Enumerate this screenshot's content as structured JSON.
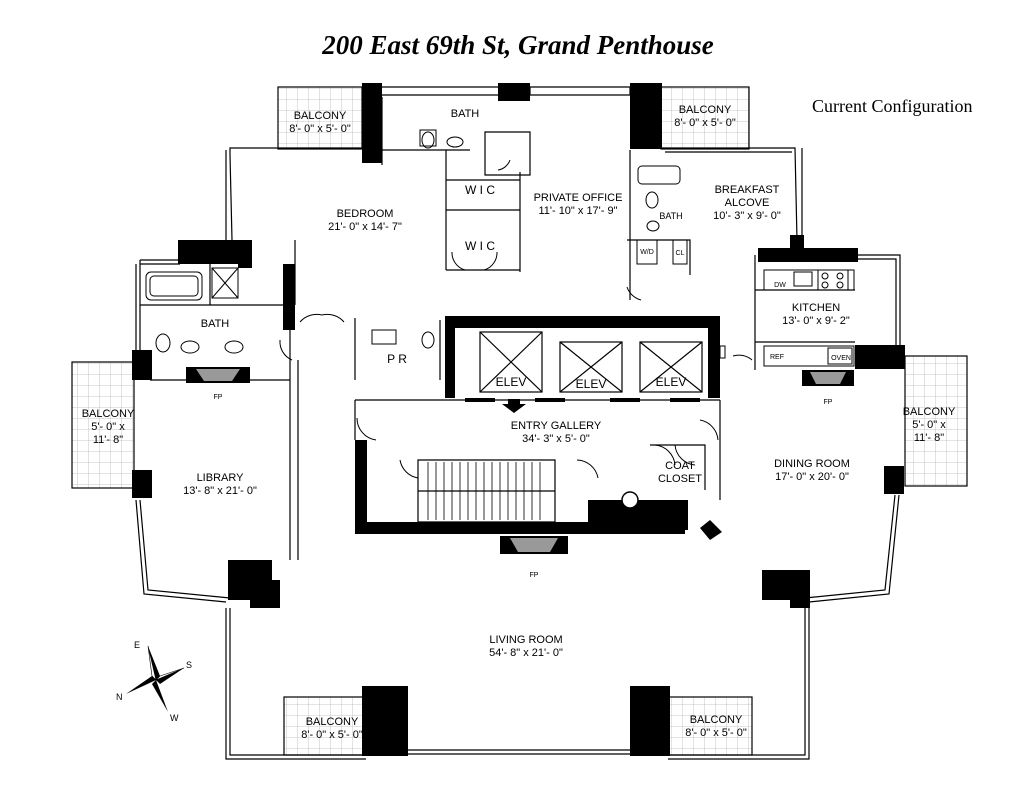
{
  "title": "200 East 69th St, Grand Penthouse",
  "subtitle": "Current Configuration",
  "rooms": {
    "balcony_nw": {
      "name": "BALCONY",
      "dims": "8'- 0\" x 5'- 0\""
    },
    "balcony_ne": {
      "name": "BALCONY",
      "dims": "8'- 0\" x 5'- 0\""
    },
    "balcony_w": {
      "name": "BALCONY",
      "dims_1": "5'- 0\" x",
      "dims_2": "11'- 8\""
    },
    "balcony_e": {
      "name": "BALCONY",
      "dims_1": "5'- 0\" x",
      "dims_2": "11'- 8\""
    },
    "balcony_sw": {
      "name": "BALCONY",
      "dims": "8'- 0\" x 5'- 0\""
    },
    "balcony_se": {
      "name": "BALCONY",
      "dims": "8'- 0\" x 5'- 0\""
    },
    "bath_top": {
      "name": "BATH"
    },
    "bath_left": {
      "name": "BATH"
    },
    "bath_right": {
      "name": "BATH"
    },
    "wic_1": {
      "name": "W I C"
    },
    "wic_2": {
      "name": "W I C"
    },
    "bedroom": {
      "name": "BEDROOM",
      "dims": "21'- 0\" x 14'- 7\""
    },
    "private_office": {
      "name": "PRIVATE OFFICE",
      "dims": "11'- 10\" x 17'- 9\""
    },
    "breakfast": {
      "name_1": "BREAKFAST",
      "name_2": "ALCOVE",
      "dims": "10'- 3\" x 9'- 0\""
    },
    "kitchen": {
      "name": "KITCHEN",
      "dims": "13'- 0\" x 9'- 2\""
    },
    "pr": {
      "name": "P R"
    },
    "elev_1": {
      "name": "ELEV"
    },
    "elev_2": {
      "name": "ELEV"
    },
    "elev_3": {
      "name": "ELEV"
    },
    "entry_gallery": {
      "name": "ENTRY GALLERY",
      "dims": "34'- 3\" x 5'- 0\""
    },
    "coat_closet": {
      "name_1": "COAT",
      "name_2": "CLOSET"
    },
    "library": {
      "name": "LIBRARY",
      "dims": "13'- 8\" x 21'- 0\""
    },
    "dining_room": {
      "name": "DINING ROOM",
      "dims": "17'- 0\" x 20'- 0\""
    },
    "living_room": {
      "name": "LIVING ROOM",
      "dims": "54'- 8\" x 21'- 0\""
    }
  },
  "fixtures": {
    "fp_1": "FP",
    "fp_2": "FP",
    "fp_3": "FP",
    "wd": "W/D",
    "cl": "CL",
    "dw": "DW",
    "ref": "REF",
    "oven": "OVEN"
  },
  "compass": {
    "e": "E",
    "s": "S",
    "n": "N",
    "w": "W"
  }
}
